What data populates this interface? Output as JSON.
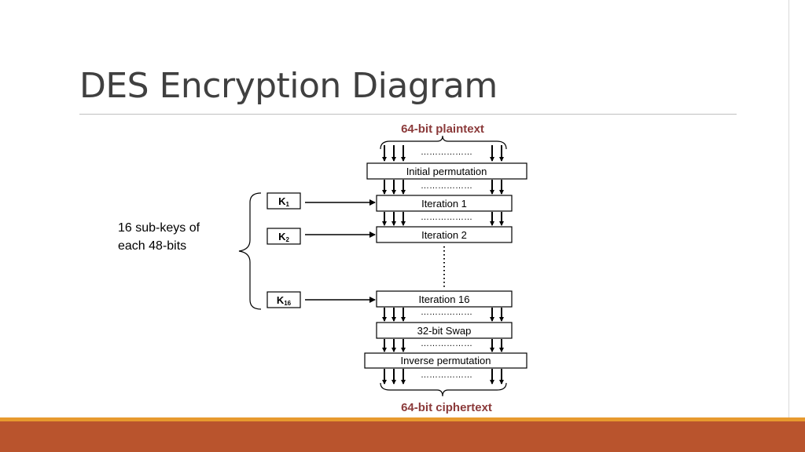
{
  "slide": {
    "title": "DES Encryption Diagram",
    "colors": {
      "title": "#404040",
      "accent": "#8b3a3a",
      "footer": "#b9542d",
      "footer_strip": "#e79a2e"
    }
  },
  "diagram": {
    "plaintext_label": "64-bit plaintext",
    "ciphertext_label": "64-bit ciphertext",
    "subkeys_note_line1": "16 sub-keys of",
    "subkeys_note_line2": "each 48-bits",
    "dots": "………………",
    "vertical_dots": "⋮",
    "stages": {
      "initial_permutation": "Initial permutation",
      "iteration_1": "Iteration 1",
      "iteration_2": "Iteration 2",
      "iteration_16": "Iteration 16",
      "swap": "32-bit Swap",
      "inverse_permutation": "Inverse permutation"
    },
    "keys": {
      "k1": {
        "letter": "K",
        "sub": "1"
      },
      "k2": {
        "letter": "K",
        "sub": "2"
      },
      "k16": {
        "letter": "K",
        "sub": "16"
      }
    }
  }
}
